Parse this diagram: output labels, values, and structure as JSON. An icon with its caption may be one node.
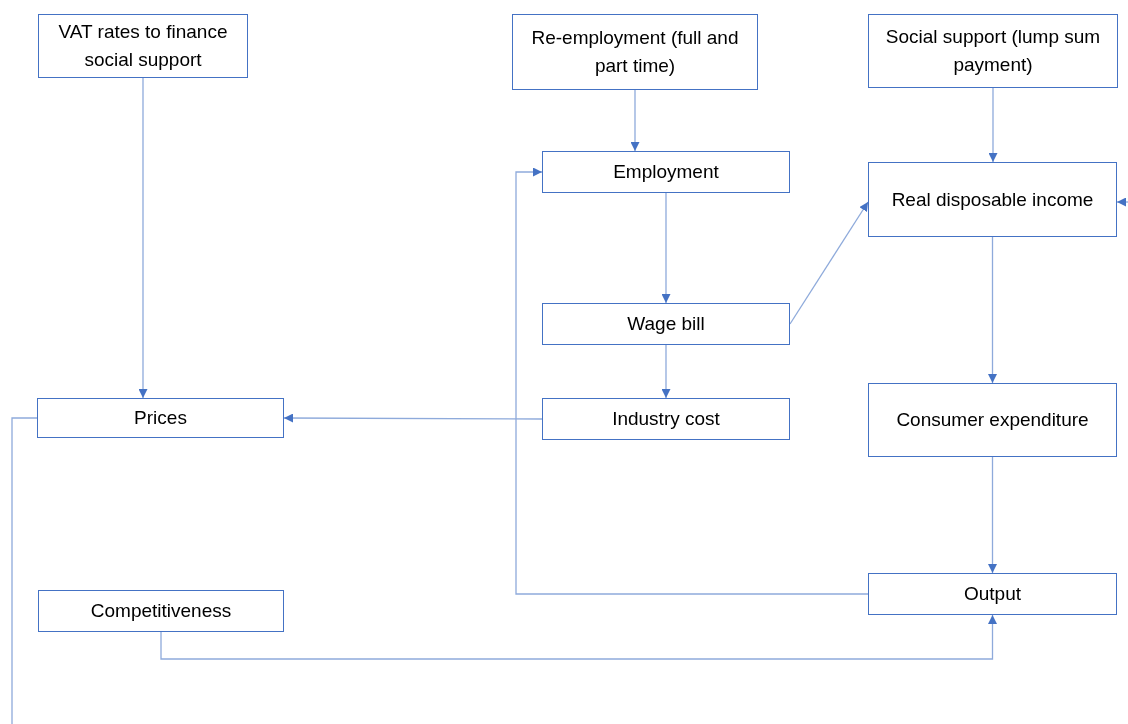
{
  "diagram": {
    "nodes": [
      {
        "text": [
          "VAT rates to finance social support"
        ]
      },
      {
        "text": [
          "Re-employment (full and part time)"
        ]
      },
      {
        "text": [
          "Social support (lump sum payment)"
        ]
      },
      {
        "text": [
          "Employment"
        ]
      },
      {
        "text": [
          "Real disposable income"
        ]
      },
      {
        "text": [
          "Wage bill"
        ]
      },
      {
        "text": [
          "Industry cost"
        ]
      },
      {
        "text": [
          "Prices"
        ]
      },
      {
        "text": [
          "Consumer expenditure"
        ]
      },
      {
        "text": [
          "Competitiveness"
        ]
      },
      {
        "text": [
          "Output"
        ]
      }
    ],
    "edges": [
      {
        "from": 0,
        "to": 7,
        "arrow": "to"
      },
      {
        "from": 1,
        "to": 3,
        "arrow": "to"
      },
      {
        "from": 2,
        "to": 4,
        "arrow": "to"
      },
      {
        "from": 3,
        "to": 5,
        "arrow": "to"
      },
      {
        "from": 5,
        "to": 4,
        "arrow": "to"
      },
      {
        "from": 5,
        "to": 6,
        "arrow": "to"
      },
      {
        "from": 6,
        "to": 7,
        "arrow": "to"
      },
      {
        "from": 4,
        "to": 8,
        "arrow": "to"
      },
      {
        "from": 8,
        "to": 10,
        "arrow": "to"
      },
      {
        "from": 10,
        "to": 3,
        "arrow": "to"
      },
      {
        "from": 9,
        "to": 10,
        "arrow": "to"
      },
      {
        "from": 7,
        "to": null,
        "arrow": "none"
      },
      {
        "from": null,
        "to": 4,
        "arrow": "to"
      }
    ]
  }
}
